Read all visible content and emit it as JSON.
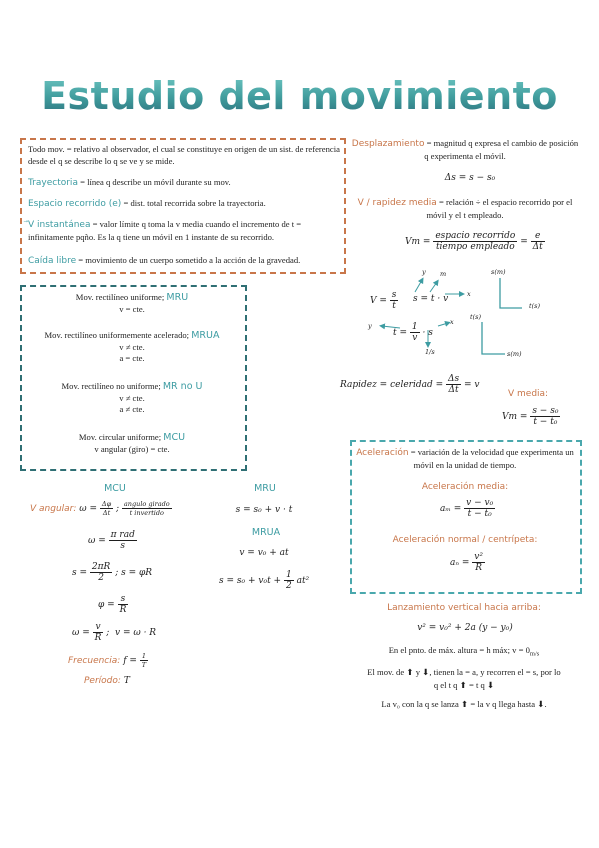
{
  "title": "Estudio del movimiento",
  "left_box": {
    "intro": "Todo mov. = relativo al observador, el cual se constituye en origen de un sist. de referencia desde el q se describe lo q se ve y se mide.",
    "trayectoria_term": "Trayectoria",
    "trayectoria_def": " = línea q describe un móvil durante su mov.",
    "espacio_term": "Espacio recorrido (e)",
    "espacio_def": " = dist. total recorrida sobre la trayectoria.",
    "vinst_term": "V instantánea",
    "vinst_def": " = valor límite q toma la v media cuando el incremento de t = infinitamente pqño. Es la q tiene un móvil en 1 instante de su recorrido.",
    "caida_term": "Caída libre",
    "caida_def": " = movimiento de un cuerpo sometido a la acción de la gravedad."
  },
  "types_box": {
    "mru_label": "Mov. rectilíneo uniforme;",
    "mru_abbr": "MRU",
    "mru_line": "v = cte.",
    "mrua_label": "Mov. rectilíneo uniformemente acelerado;",
    "mrua_abbr": "MRUA",
    "mrua_line1": "v ≠ cte.",
    "mrua_line2": "a = cte.",
    "mrnu_label": "Mov. rectilíneo no uniforme;",
    "mrnu_abbr": "MR no U",
    "mrnu_line1": "v ≠ cte.",
    "mrnu_line2": "a ≠ cte.",
    "mcu_label": "Mov. circular uniforme;",
    "mcu_abbr": "MCU",
    "mcu_line": "v angular (giro) = cte."
  },
  "mcu_col": {
    "header": "MCU",
    "vangular_label": "V angular:",
    "omega": "ω =",
    "dphi": "Δφ",
    "dt": "Δt",
    "angulo_girado": "angulo girado",
    "tiempo_invertido": "t invertido",
    "pi_rad": "π rad",
    "s": "s",
    "s_eq": "s =",
    "two_pi_r": "2πR",
    "two": "2",
    "s_phi": "s = φR",
    "phi_eq": "φ =",
    "R": "R",
    "v": "v",
    "v_omega": "v = ω · R",
    "frecuencia_label": "Frecuencia:",
    "f_eq": "f =",
    "one": "1",
    "T": "T",
    "periodo_label": "Período:",
    "periodo_val": "T"
  },
  "mru_col": {
    "header": "MRU",
    "eq": "s = s₀ + v · t",
    "mrua_header": "MRUA",
    "eq2": "v = v₀ + at",
    "eq3_left": "s = s₀ + v₀t +",
    "eq3_num": "1",
    "eq3_den": "2",
    "eq3_right": "at²"
  },
  "right_top": {
    "desplazamiento_term": "Desplazamiento",
    "desplazamiento_def": " = magnitud q expresa el cambio de posición q experimenta el móvil.",
    "ds_eq": "Δs = s − s₀",
    "vrapidez_term": "V / rapidez media",
    "vrapidez_def": " = relación ÷ el espacio recorrido por el móvil y el t empleado.",
    "vm": "Vm =",
    "espacio_recorrido": "espacio recorrido",
    "tiempo_empleado": "tiempo empleado",
    "eq_e": "e",
    "eq_dt": "Δt",
    "v_eq": "V =",
    "s_letter": "s",
    "t_letter": "t",
    "s_tv": "s = t · v",
    "t_eq": "t =",
    "one": "1",
    "v_letter": "v",
    "dot_s": "· s",
    "y": "y",
    "x": "x",
    "m": "m",
    "frac_1s": "1/s",
    "graph1_y": "s(m)",
    "graph1_x": "t(s)",
    "graph2_y": "t(s)",
    "graph2_x": "s(m)",
    "rapidez_left": "Rapidez = celeridad =",
    "rapidez_num": "Δs",
    "rapidez_den": "Δt",
    "rapidez_right": "= v",
    "vmedia_label": "V media:",
    "vm2": "Vm =",
    "vm2_num": "s − s₀",
    "vm2_den": "t − t₀"
  },
  "accel_box": {
    "aceleracion_term": "Aceleración",
    "aceleracion_def": " = variación de la velocidad que experimenta un móvil en la unidad de tiempo.",
    "media_label": "Aceleración media:",
    "am": "aₘ =",
    "am_num": "v − v₀",
    "am_den": "t − t₀",
    "normal_label": "Aceleración normal / centrípeta:",
    "an": "aₙ =",
    "an_num": "v²",
    "an_den": "R"
  },
  "vertical": {
    "label": "Lanzamiento vertical hacia arriba:",
    "eq": "v² = v₀² + 2a (y − y₀)",
    "line1": "En el pnto. de máx. altura = h máx; v = 0",
    "line1_unit": "m/s",
    "line2a": "El mov. de",
    "line2b": "y",
    "line2c": ", tienen la = a, y recorren el = s, por lo",
    "line3a": "q el t q",
    "line3b": "= t q",
    "line4a": "La v₀ con la q se lanza",
    "line4b": "= la v q llega hasta",
    "line4c": "."
  },
  "colors": {
    "orange": "#c8764a",
    "teal": "#3d9ca2",
    "dark_teal": "#2f6f74"
  }
}
